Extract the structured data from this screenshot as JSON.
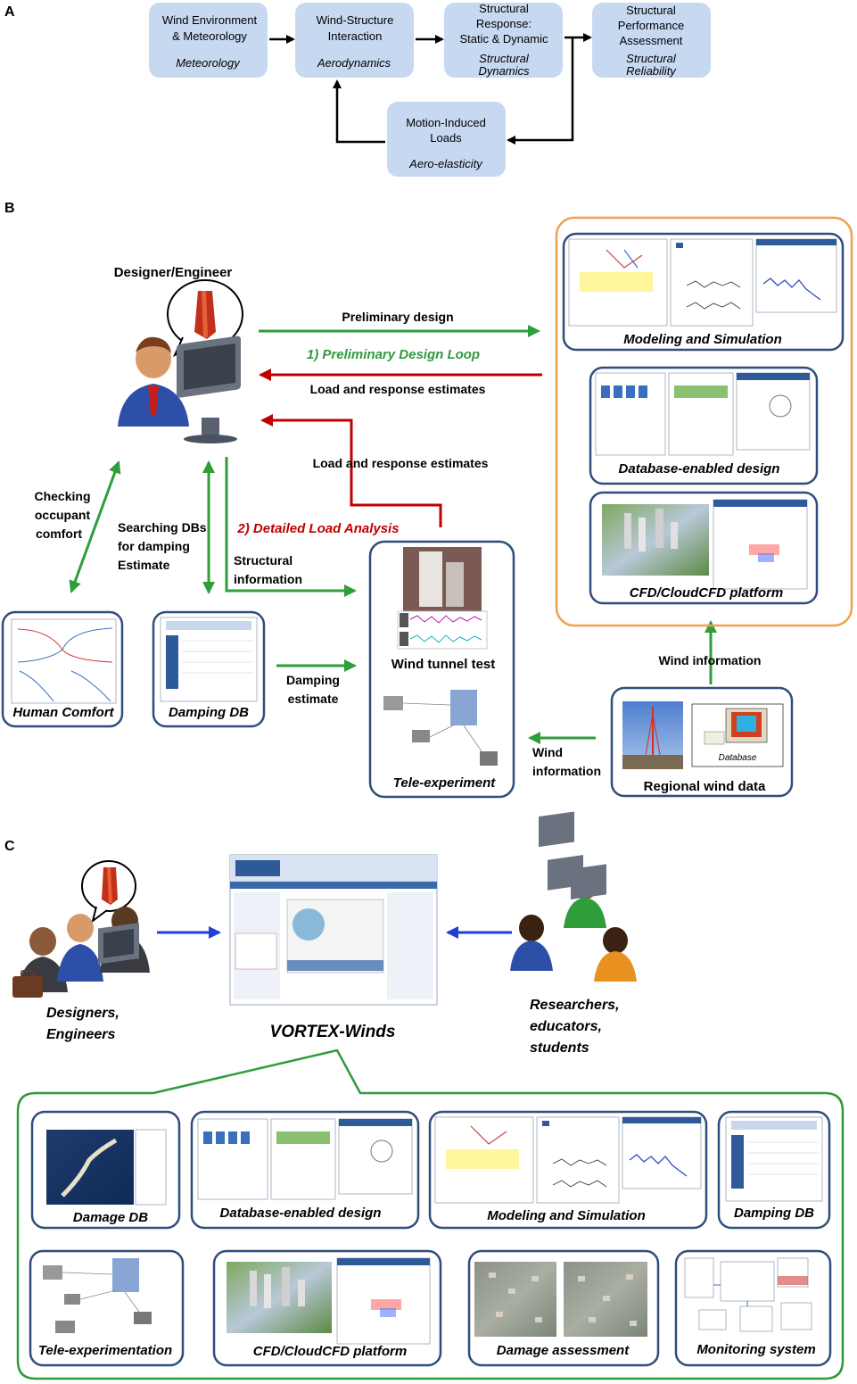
{
  "panels": {
    "a": "A",
    "b": "B",
    "c": "C"
  },
  "panel_a": {
    "wind_env": {
      "line1": "Wind Environment",
      "line2": "& Meteorology",
      "italic": "Meteorology"
    },
    "wind_struct": {
      "line1": "Wind-Structure",
      "line2": "Interaction",
      "italic": "Aerodynamics"
    },
    "struct_resp": {
      "line1": "Structural",
      "line2": "Response:",
      "line3": "Static & Dynamic",
      "italic1": "Structural",
      "italic2": "Dynamics"
    },
    "struct_perf": {
      "line1": "Structural",
      "line2": "Performance",
      "line3": "Assessment",
      "italic1": "Structural",
      "italic2": "Reliability"
    },
    "motion": {
      "line1": "Motion-Induced",
      "line2": "Loads",
      "italic": "Aero-elasticity"
    }
  },
  "panel_b": {
    "designer_title": "Designer/Engineer",
    "preliminary_design": "Preliminary design",
    "loop1": "1) Preliminary Design Loop",
    "load_resp_1": "Load and response estimates",
    "load_resp_2": "Load and response estimates",
    "loop2": "2) Detailed Load Analysis",
    "checking": [
      "Checking",
      "occupant",
      "comfort"
    ],
    "searching": [
      "Searching DBs",
      "for damping",
      "Estimate"
    ],
    "structural_info": [
      "Structural",
      "information"
    ],
    "damping_estimate": [
      "Damping",
      "estimate"
    ],
    "wind_info_left": [
      "Wind",
      "information"
    ],
    "wind_info_up": "Wind information",
    "modeling": "Modeling and Simulation",
    "database_design": "Database-enabled design",
    "cfd": "CFD/CloudCFD platform",
    "human_comfort": "Human Comfort",
    "damping_db": "Damping DB",
    "wind_tunnel": "Wind tunnel test",
    "tele_experiment": "Tele-experiment",
    "regional_wind": "Regional wind data",
    "database_label": "Database"
  },
  "panel_c": {
    "designers": [
      "Designers,",
      "Engineers"
    ],
    "vortex": "VORTEX-Winds",
    "researchers": [
      "Researchers,",
      "educators,",
      "students"
    ],
    "modules": {
      "damage_db": "Damage DB",
      "database_design": "Database-enabled design",
      "modeling": "Modeling and Simulation",
      "damping_db": "Damping DB",
      "tele": "Tele-experimentation",
      "cfd": "CFD/CloudCFD platform",
      "damage_assess": "Damage assessment",
      "monitoring": "Monitoring system"
    }
  },
  "colors": {
    "box_fill": "#c6d9f1",
    "green_arrow": "#2f9e3a",
    "red_arrow": "#c00000",
    "blue_arrow": "#1f3fd8",
    "frame_blue": "#2f4e7c",
    "orange_frame": "#f0a050",
    "green_frame": "#2e9a3e",
    "green_text": "#2e9a3e",
    "red_text": "#c00000"
  },
  "icons": [
    "person-at-computer-icon",
    "speech-bubble-icon",
    "building-model-icon",
    "group-of-people-icon",
    "briefcase-icon"
  ]
}
